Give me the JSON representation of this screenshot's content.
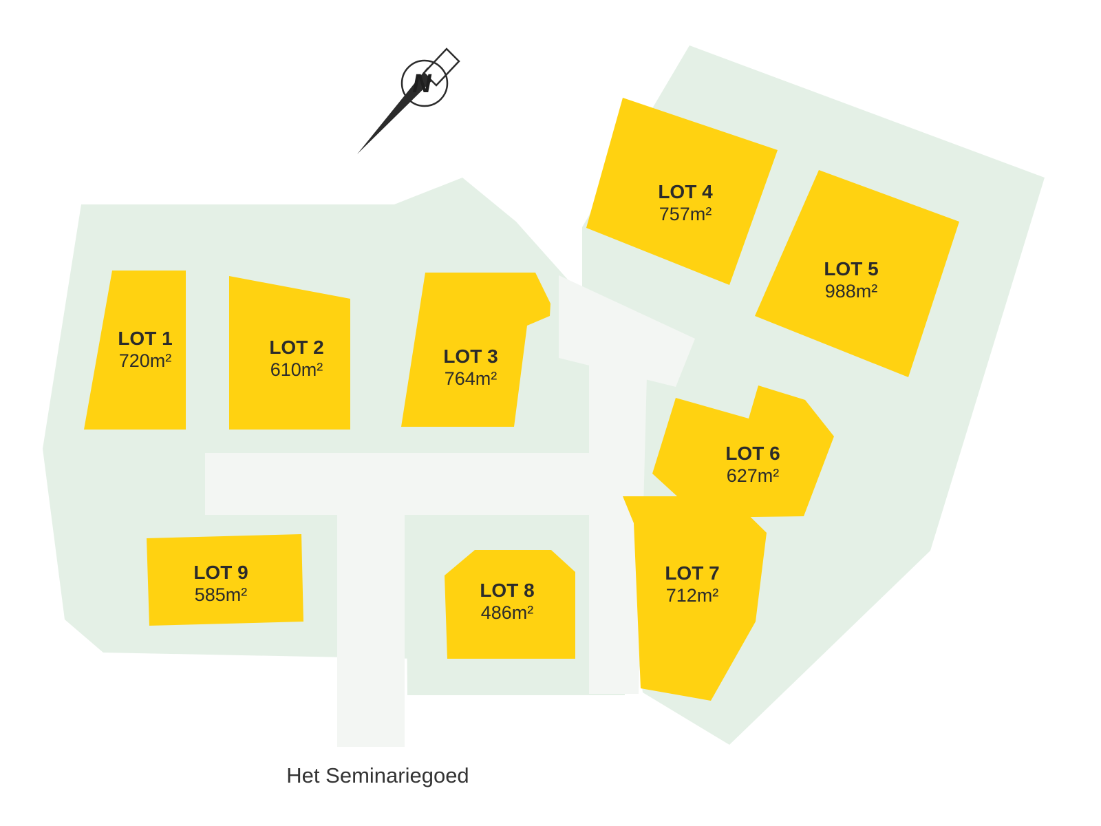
{
  "title": "Het Seminariegoed",
  "compass": {
    "label": "N"
  },
  "colors": {
    "lot": "#FFD211",
    "parcel": "#E4F0E6",
    "road": "#F3F6F3",
    "text": "#2B2B2B"
  },
  "lots": [
    {
      "name": "LOT 1",
      "area": "720m²"
    },
    {
      "name": "LOT 2",
      "area": "610m²"
    },
    {
      "name": "LOT 3",
      "area": "764m²"
    },
    {
      "name": "LOT 4",
      "area": "757m²"
    },
    {
      "name": "LOT 5",
      "area": "988m²"
    },
    {
      "name": "LOT 6",
      "area": "627m²"
    },
    {
      "name": "LOT 7",
      "area": "712m²"
    },
    {
      "name": "LOT 8",
      "area": "486m²"
    },
    {
      "name": "LOT 9",
      "area": "585m²"
    }
  ]
}
